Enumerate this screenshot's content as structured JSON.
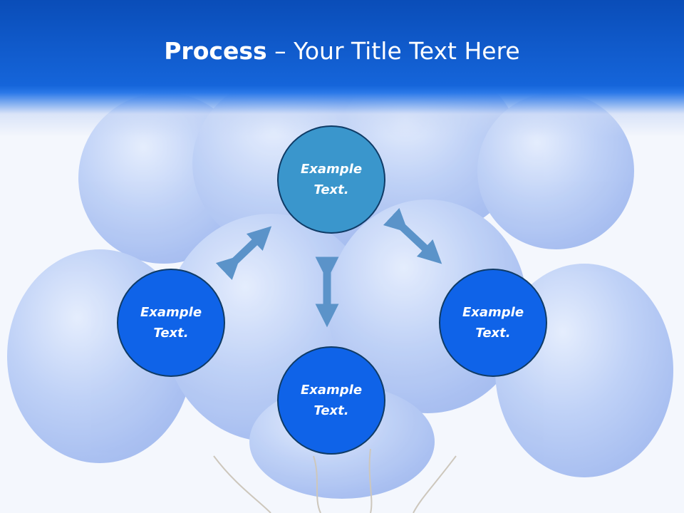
{
  "title": {
    "bold": "Process",
    "rest": " – Your Title Text Here"
  },
  "nodes": {
    "top": {
      "line1": "Example",
      "line2": "Text."
    },
    "left": {
      "line1": "Example",
      "line2": "Text."
    },
    "right": {
      "line1": "Example",
      "line2": "Text."
    },
    "bottom": {
      "line1": "Example",
      "line2": "Text."
    }
  },
  "colors": {
    "header": "#1565da",
    "node_top": "#3a96cc",
    "node_blue": "#0f63e8",
    "node_border": "#0f3b66",
    "arrow": "#5b93c9"
  }
}
